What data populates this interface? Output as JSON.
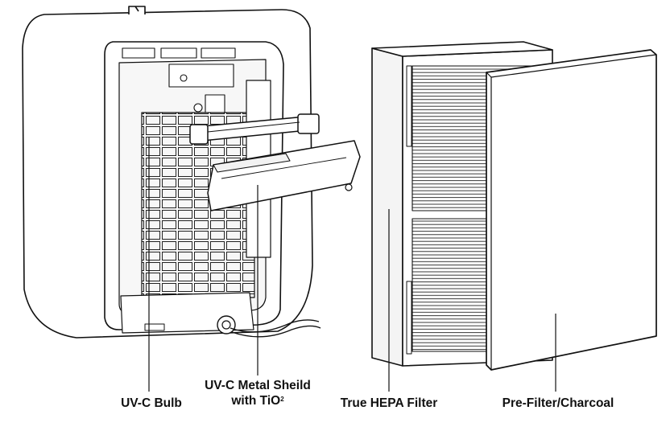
{
  "labels": {
    "uv_bulb": "UV-C Bulb",
    "shield_line1": "UV-C Metal Sheild",
    "shield_line2": "with TiO",
    "shield_superscript": "2",
    "hepa": "True HEPA Filter",
    "prefilter": "Pre-Filter/Charcoal"
  },
  "colors": {
    "stroke": "#111111",
    "fill": "#ffffff",
    "panel_shade": "#f4f4f4"
  }
}
